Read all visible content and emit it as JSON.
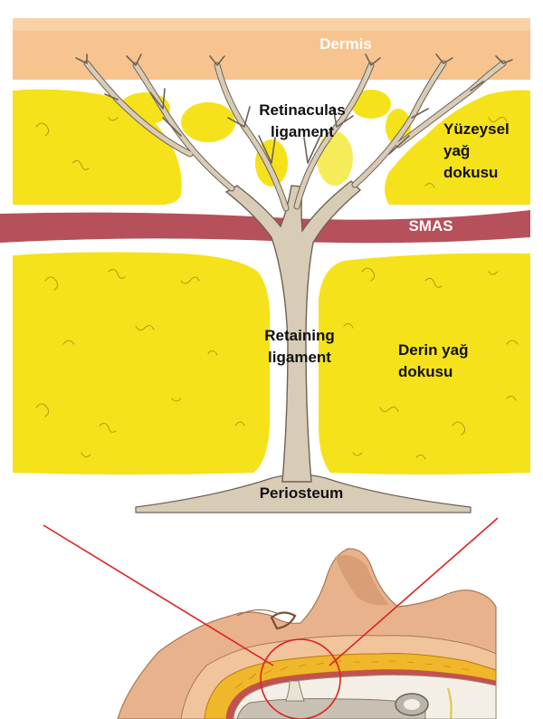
{
  "labels": {
    "dermis": "Dermis",
    "retinaculas_line1": "Retinaculas",
    "retinaculas_line2": "ligament",
    "yuzeysel_line1": "Yüzeysel",
    "yuzeysel_line2": "yağ",
    "yuzeysel_line3": "dokusu",
    "smas": "SMAS",
    "retaining_line1": "Retaining",
    "retaining_line2": "ligament",
    "derin_line1": "Derin yağ",
    "derin_line2": "dokusu",
    "periosteum": "Periosteum"
  },
  "colors": {
    "dermis": "#f7c48f",
    "fat": "#f5e21a",
    "fat_edge": "#e8d20a",
    "smas": "#b6505a",
    "ligament": "#d9ccb6",
    "ligament_edge": "#6e6255",
    "pointer_line": "#e02020",
    "skin": "#e8b38c",
    "label_light": "#ffffff",
    "label_dark": "#111111"
  }
}
